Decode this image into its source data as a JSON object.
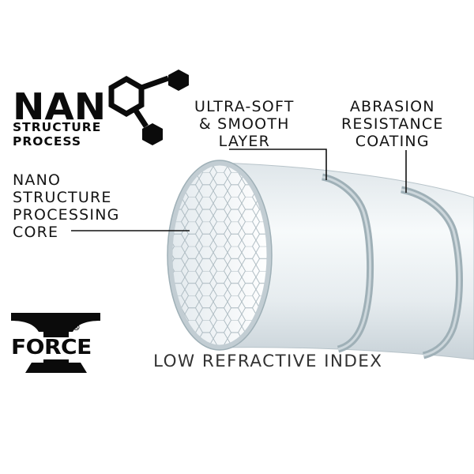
{
  "logos": {
    "nano": {
      "word": "NAN",
      "sub_line1": "STRUCTURE",
      "sub_line2": "PROCESS",
      "icon": "hexagon-molecule-icon"
    },
    "tforce": {
      "word": "FORCE",
      "reg": "®",
      "icon": "t-letter-icon"
    }
  },
  "labels": {
    "ultra_soft": [
      "ULTRA-SOFT",
      "& SMOOTH",
      "LAYER"
    ],
    "abrasion": [
      "ABRASION",
      "RESISTANCE",
      "COATING"
    ],
    "core": [
      "NANO",
      "STRUCTURE",
      "PROCESSING",
      "CORE"
    ],
    "refractive": "LOW REFRACTIVE INDEX"
  },
  "colors": {
    "text": "#111111",
    "band": "#9fb0b7",
    "tube_light": "#eaf0f3",
    "tube_shade": "#c5d0d6"
  }
}
